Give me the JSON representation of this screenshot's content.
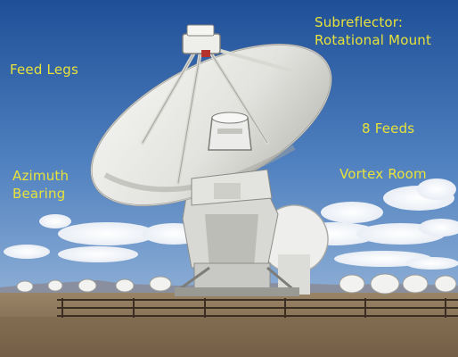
{
  "colors": {
    "label_text": "#e8e23a",
    "sky_top": "#1f4f97",
    "sky_bottom": "#a8c3df",
    "ground": "#8c7356"
  },
  "labels": {
    "subreflector": "Subreflector:\nRotational Mount",
    "feed_legs": "Feed Legs",
    "feeds": "8 Feeds",
    "azimuth": "Azimuth\nBearing",
    "vortex": "Vortex Room"
  }
}
